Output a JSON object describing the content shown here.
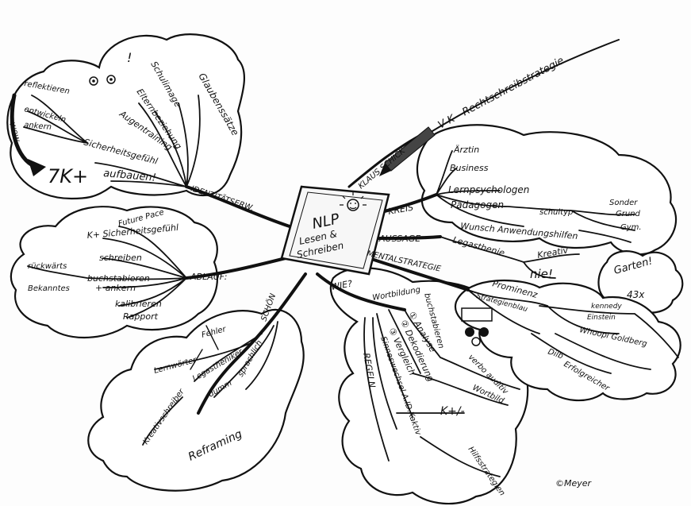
{
  "center": {
    "title_1": "NLP",
    "title_2": "Lesen &",
    "title_3": "Schreiben"
  },
  "branches": {
    "identitaet": "IDENTITÄTSERW.",
    "ablauf": "ABLAUF:",
    "schoen": "SCHÖN",
    "wie": "WIE?",
    "mentalstrategie": "MENTALSTRATEGIE",
    "aussage": "AUSSAGE",
    "kreis": "KREIS",
    "klaus": "KLAUS SCHICK",
    "vk": "V K - Rechtschreibstrategie"
  },
  "identitaet_items": [
    "Glaubenssätze",
    "Schulimage",
    "Elternbeziehung",
    "Augentraining",
    "Sicherheitsgefühl",
    "aufbauen!",
    "reflektieren",
    "entwickeln",
    "ankern",
    "WOW",
    "7K+",
    "!"
  ],
  "ablauf_items": [
    "Future Pace",
    "K+ Sicherheitsgefühl",
    "schreiben",
    "buchstabieren",
    "+ ankern",
    "kalibrieren",
    "Rapport",
    "rückwärts",
    "Bekanntes"
  ],
  "schoen_items": [
    "Lernwörter",
    "Fehler",
    "Legastheniker",
    "dumm",
    "sprachlich",
    "Kreativschreiber",
    "Reframing"
  ],
  "wie_items": [
    "Wortbildung",
    "buchstabieren",
    "① Analyse",
    "verbo auditiv",
    "② Dekodierung",
    "Wortbild",
    "③ Vergleich",
    "K+/-",
    "Sinneswechsel A.ID.Kaktiv",
    "Hilfsstrategien",
    "REGELN"
  ],
  "mental_items": [
    "Strategienblau",
    "Prominenz",
    "kennedy",
    "Einstein",
    "Whoopi Goldberg",
    "Dilb",
    "Erfolgreicher"
  ],
  "aussage_items": [
    "Legasthenie",
    "Kreativ",
    "nie!",
    "Garten!",
    "43x"
  ],
  "kreis_items": [
    "Ärztin",
    "Business",
    "Lernpsychologen",
    "Pädagogen",
    "schultyp",
    "Sonder",
    "Grund",
    "Gym.",
    "Wunsch Anwendungshilfen"
  ],
  "signature": "©Meyer"
}
